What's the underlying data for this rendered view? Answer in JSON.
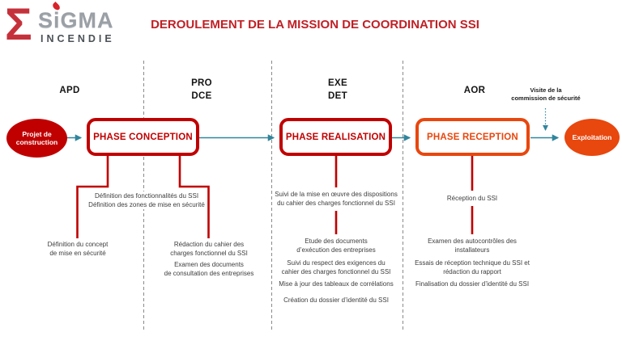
{
  "logo": {
    "sigma": "Σ",
    "brand": "SiGMA",
    "subtitle": "INCENDIE"
  },
  "title": "DEROULEMENT DE LA MISSION DE COORDINATION SSI",
  "stages": {
    "apd": "APD",
    "pro": "PRO",
    "dce": "DCE",
    "exe": "EXE",
    "det": "DET",
    "aor": "AOR"
  },
  "flow": {
    "start": [
      "Projet de",
      "construction"
    ],
    "phase1": "PHASE CONCEPTION",
    "phase2": "PHASE REALISATION",
    "phase3": "PHASE RECEPTION",
    "end": "Exploitation",
    "visite": [
      "Visite de la",
      "commission de sécurité"
    ]
  },
  "conception": {
    "center": [
      "Définition des fonctionnalités du SSI",
      "Définition des zones de mise en sécurité"
    ],
    "left": [
      "Définition du concept",
      "de mise en sécurité"
    ],
    "right1": [
      "Rédaction du cahier des",
      "charges fonctionnel du SSI"
    ],
    "right2": [
      "Examen des documents",
      "de consultation des entreprises"
    ]
  },
  "realisation": {
    "item1": [
      "Suivi de la mise en œuvre des dispositions",
      "du cahier des charges fonctionnel du SSI"
    ],
    "item2": [
      "Etude des documents",
      "d’exécution des entreprises"
    ],
    "item3": [
      "Suivi du respect des exigences du",
      "cahier des charges fonctionnel du SSI"
    ],
    "item4": [
      "Mise à jour des tableaux de corrélations"
    ],
    "item5": [
      "Création du dossier d’identité du SSI"
    ]
  },
  "reception": {
    "item1": [
      "Réception du SSI"
    ],
    "item2": [
      "Examen des autocontrôles des",
      "installateurs"
    ],
    "item3": [
      "Essais de réception technique du SSI et",
      "rédaction du rapport"
    ],
    "item4": [
      "Finalisation du dossier d’identité du SSI"
    ]
  },
  "colors": {
    "red": "#C00000",
    "orange": "#E8470E",
    "teal_arrow": "#31859C",
    "title_red": "#C02026",
    "divider_gray": "#8A8A8A",
    "note_text": "#3D3D3D"
  }
}
